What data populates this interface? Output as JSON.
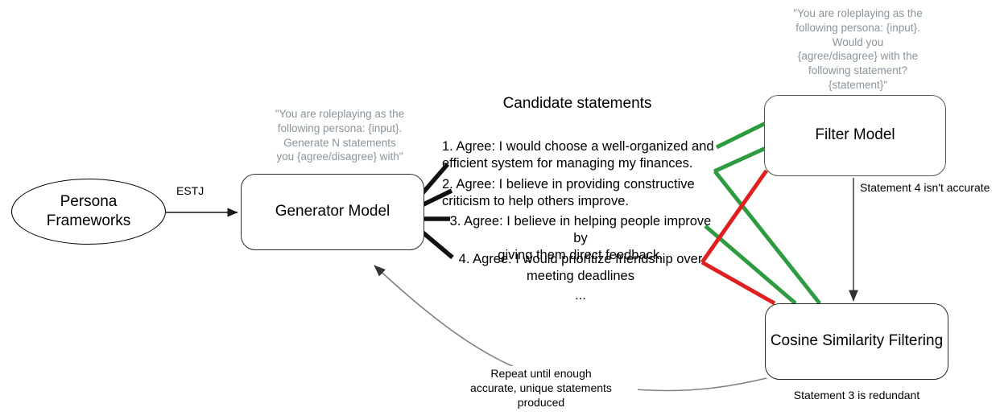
{
  "nodes": {
    "persona": "Persona\nFrameworks",
    "generator": "Generator Model",
    "filter": "Filter Model",
    "cosine": "Cosine Similarity Filtering"
  },
  "prompts": {
    "generator_prompt": "\"You are roleplaying as the\nfollowing persona: {input}.\nGenerate N statements\nyou {agree/disagree} with\"",
    "filter_prompt": "\"You are roleplaying as the\nfollowing persona: {input}.\nWould you\n{agree/disagree} with the\nfollowing statement?\n{statement}\""
  },
  "edges": {
    "persona_to_generator": "ESTJ",
    "filter_to_cosine": "Statement 4 isn't accurate",
    "cosine_caption": "Statement 3 is redundant",
    "feedback": "Repeat until enough\naccurate, unique statements\nproduced"
  },
  "candidates": {
    "heading": "Candidate statements",
    "items": [
      "1. Agree: I would choose a well-organized and\nefficient system for managing my finances.",
      "2. Agree: I believe in providing constructive\ncriticism to help others improve.",
      "3. Agree: I believe in helping people improve by\ngiving them direct feedback.",
      "4. Agree: I would prioritize friendship over\nmeeting deadlines"
    ],
    "continuation": "..."
  },
  "colors": {
    "accept": "#2e9b41",
    "reject": "#e02020",
    "stroke": "#2b2b2b",
    "muted": "#8a949c",
    "gray_edge": "#808080"
  }
}
